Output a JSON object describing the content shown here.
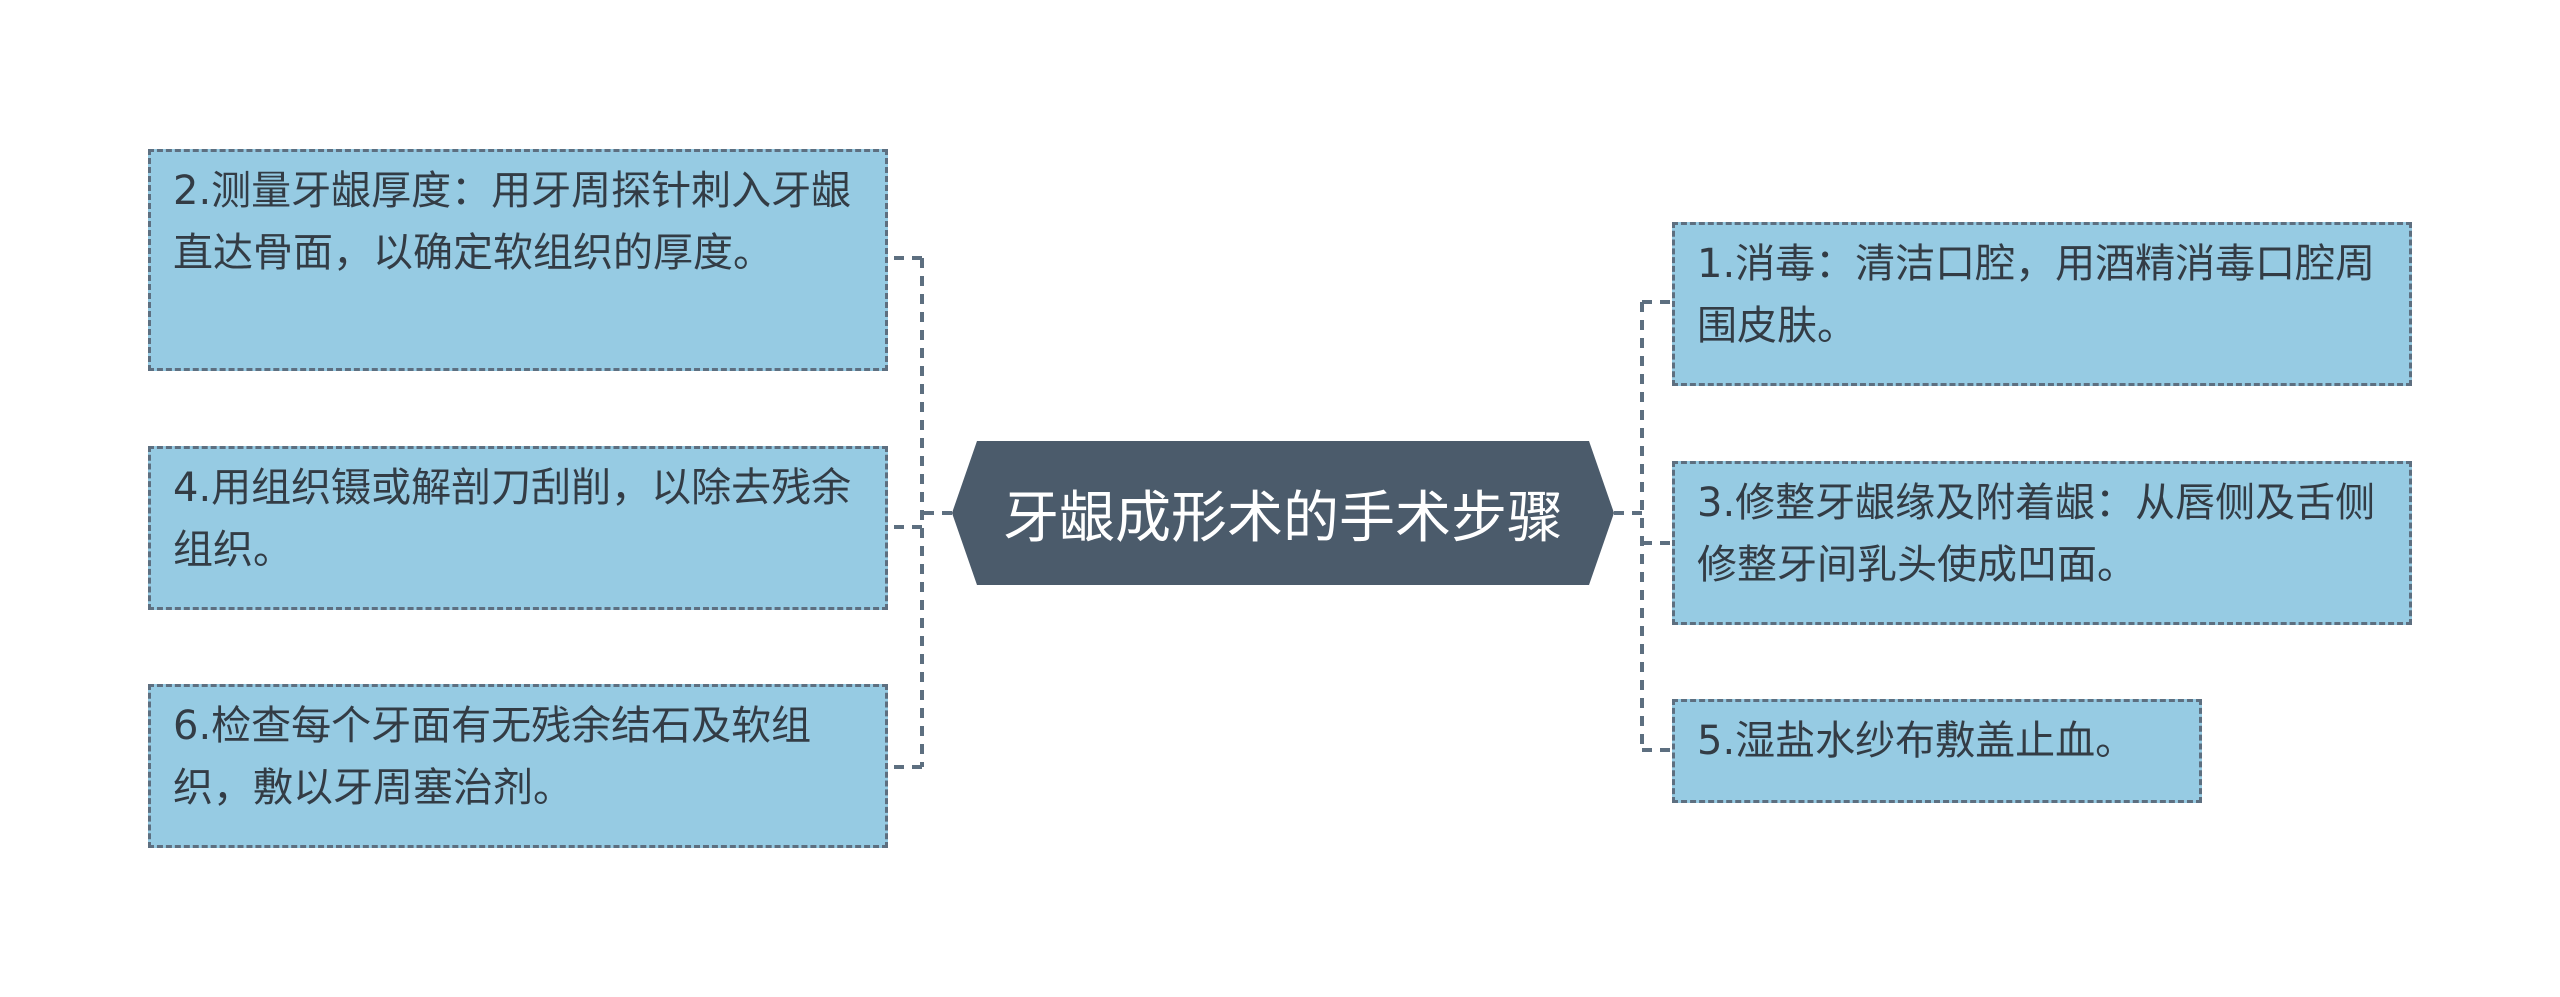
{
  "mindmap": {
    "center": {
      "label": "牙龈成形术的手术步骤",
      "color": "#4b5b6b"
    },
    "left_nodes": [
      {
        "label": "2.测量牙龈厚度：用牙周探针刺入牙龈直达骨面，以确定软组织的厚度。"
      },
      {
        "label": "4.用组织镊或解剖刀刮削，以除去残余组织。"
      },
      {
        "label": "6.检查每个牙面有无残余结石及软组织，敷以牙周塞治剂。"
      }
    ],
    "right_nodes": [
      {
        "label": "1.消毒：清洁口腔，用酒精消毒口腔周围皮肤。"
      },
      {
        "label": "3.修整牙龈缘及附着龈：从唇侧及舌侧修整牙间乳头使成凹面。"
      },
      {
        "label": "5.湿盐水纱布敷盖止血。"
      }
    ],
    "node_fill": "#96cbe3",
    "line_color": "#5d6f80"
  }
}
